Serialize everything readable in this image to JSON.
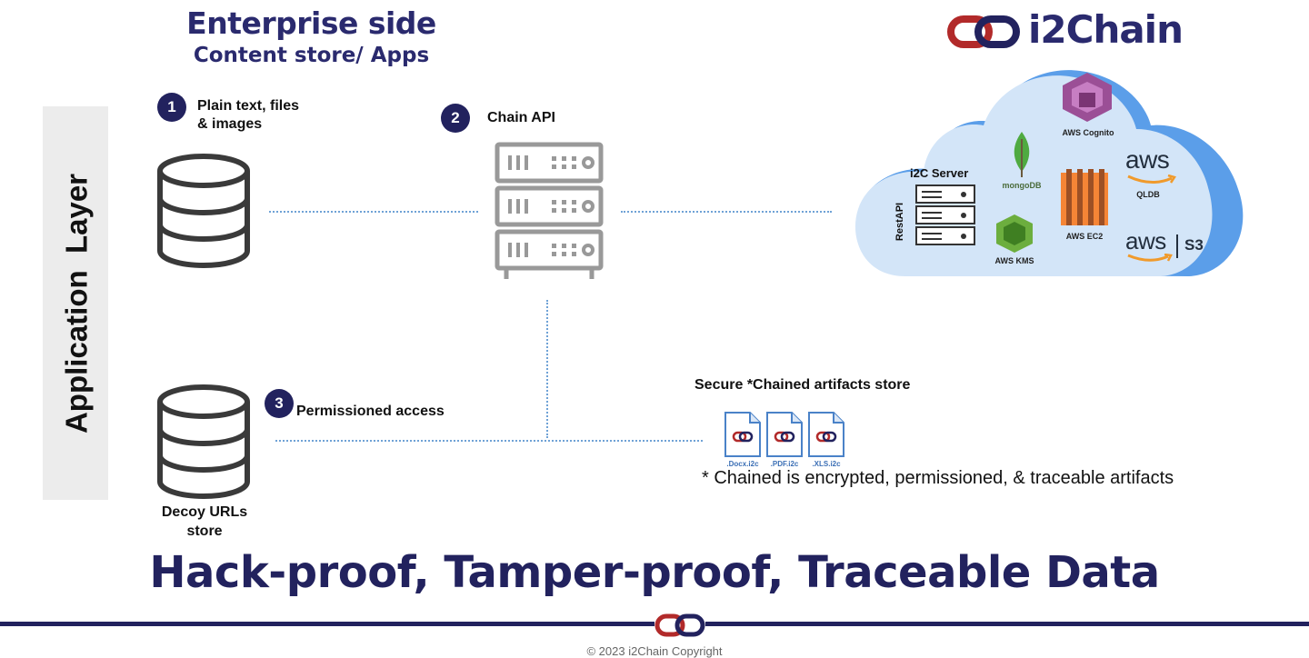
{
  "header": {
    "title": "Enterprise side",
    "subtitle": "Content store/ Apps"
  },
  "brand": {
    "name": "i2Chain",
    "logo_icon": "chain-link-icon",
    "accent_color": "#b22a2a",
    "primary_color": "#22225e"
  },
  "layer_label": "Application  Layer",
  "steps": [
    {
      "number": "1",
      "label_line1": "Plain text, files",
      "label_line2": "& images"
    },
    {
      "number": "2",
      "label_line1": "Chain API"
    },
    {
      "number": "3",
      "label_line1": "Permissioned access"
    }
  ],
  "decoy_store": {
    "line1": "Decoy URLs",
    "line2": "store"
  },
  "cloud": {
    "server_title": "i2C Server",
    "server_side_label": "RestAPI",
    "services": {
      "cognito": "AWS Cognito",
      "mongodb": "mongoDB",
      "aws_logo": "aws",
      "qldb": "QLDB",
      "ec2": "AWS EC2",
      "kms": "AWS KMS",
      "s3": "S3"
    }
  },
  "secure_store": {
    "title": "Secure *Chained artifacts store",
    "files": [
      ".Docx.i2c",
      ".PDF.i2c",
      ".XLS.i2c"
    ],
    "footnote": "* Chained is encrypted, permissioned, & traceable artifacts"
  },
  "tagline": "Hack-proof, Tamper-proof, Traceable Data",
  "copyright": "© 2023  i2Chain Copyright"
}
